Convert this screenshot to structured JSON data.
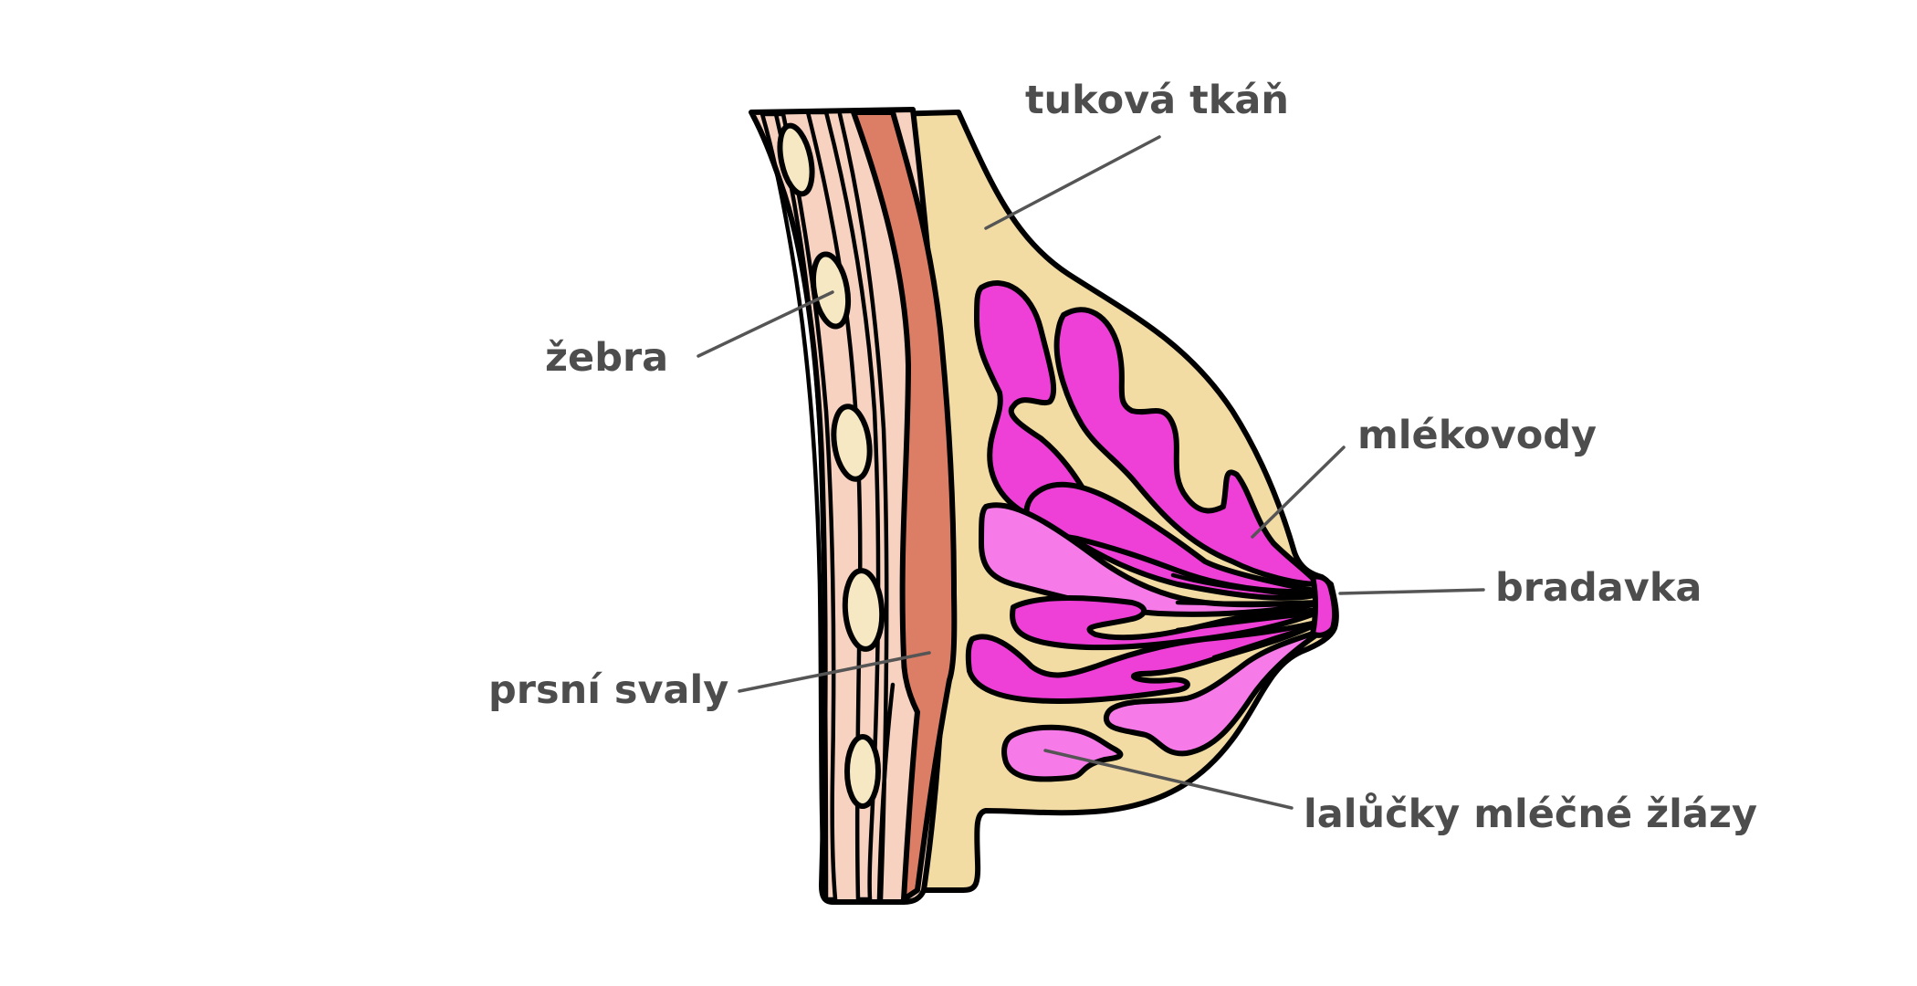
{
  "colors": {
    "label_text": "#4d4d4d",
    "leader_line": "#555555",
    "fat_tissue": "#f2dca4",
    "muscle": "#dc7d66",
    "muscle_light": "#f8d2c0",
    "rib": "#f5e8c2",
    "lobule": "#ee3fd7",
    "lobule_light": "#f77ae9",
    "outline": "#000000"
  },
  "labels": {
    "fat_tissue": "tuková tkáň",
    "ribs": "žebra",
    "milk_ducts": "mlékovody",
    "nipple": "bradavka",
    "pectoral_muscles": "prsní svaly",
    "lobules": "lalůčky mléčné žlázy"
  }
}
